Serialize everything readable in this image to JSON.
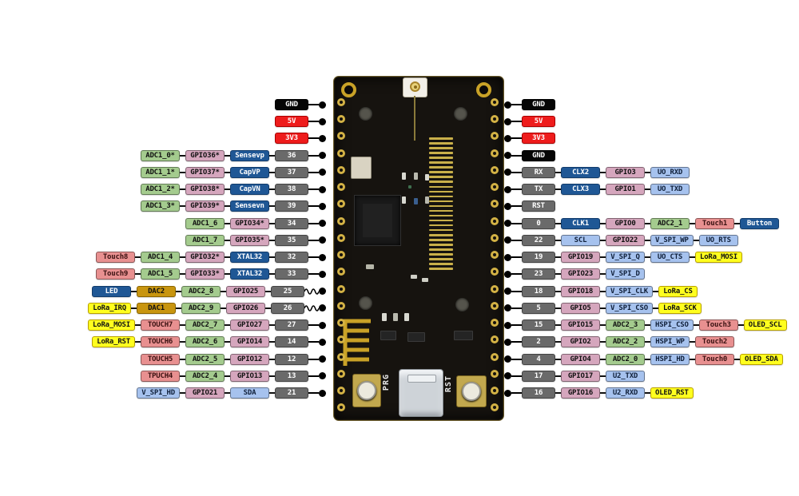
{
  "diagram": {
    "title": "ESP32 LoRa development board pinout",
    "board": {
      "prg_label": "PRG",
      "rst_label": "RST"
    },
    "colors": {
      "adc_green": "#a4cb8e",
      "gpio_pink": "#d5a6bd",
      "function_navy": "#1f5795",
      "bus_light_blue": "#a6c2ee",
      "lora_oled_yellow": "#ffff1f",
      "touch_salmon": "#e89090",
      "dac_gold": "#c8950f",
      "pin_gray": "#6a6a6a",
      "power_red": "#ee1c1c",
      "ground_black": "#050505"
    },
    "left_rows": [
      {
        "cells": [
          {
            "t": "GND",
            "c": "black"
          }
        ]
      },
      {
        "cells": [
          {
            "t": "5V",
            "c": "red"
          }
        ]
      },
      {
        "cells": [
          {
            "t": "3V3",
            "c": "red"
          }
        ]
      },
      {
        "cells": [
          {
            "t": "ADC1_0*",
            "c": "green"
          },
          {
            "t": "GPIO36*",
            "c": "pink"
          },
          {
            "t": "Sensevp",
            "c": "navy"
          },
          {
            "t": "36",
            "c": "pin"
          }
        ]
      },
      {
        "cells": [
          {
            "t": "ADC1_1*",
            "c": "green"
          },
          {
            "t": "GPIO37*",
            "c": "pink"
          },
          {
            "t": "CapVP",
            "c": "navy"
          },
          {
            "t": "37",
            "c": "pin"
          }
        ]
      },
      {
        "cells": [
          {
            "t": "ADC1_2*",
            "c": "green"
          },
          {
            "t": "GPIO38*",
            "c": "pink"
          },
          {
            "t": "CapVN",
            "c": "navy"
          },
          {
            "t": "38",
            "c": "pin"
          }
        ]
      },
      {
        "cells": [
          {
            "t": "ADC1_3*",
            "c": "green"
          },
          {
            "t": "GPIO39*",
            "c": "pink"
          },
          {
            "t": "Sensevn",
            "c": "navy"
          },
          {
            "t": "39",
            "c": "pin"
          }
        ]
      },
      {
        "cells": [
          {
            "t": "ADC1_6",
            "c": "green"
          },
          {
            "t": "GPIO34*",
            "c": "pink"
          },
          {
            "t": "34",
            "c": "pin"
          }
        ]
      },
      {
        "cells": [
          {
            "t": "ADC1_7",
            "c": "green"
          },
          {
            "t": "GPIO35*",
            "c": "pink"
          },
          {
            "t": "35",
            "c": "pin"
          }
        ]
      },
      {
        "cells": [
          {
            "t": "Touch8",
            "c": "salmon"
          },
          {
            "t": "ADC1_4",
            "c": "green"
          },
          {
            "t": "GPIO32*",
            "c": "pink"
          },
          {
            "t": "XTAL32",
            "c": "navy"
          },
          {
            "t": "32",
            "c": "pin"
          }
        ]
      },
      {
        "cells": [
          {
            "t": "Touch9",
            "c": "salmon"
          },
          {
            "t": "ADC1_5",
            "c": "green"
          },
          {
            "t": "GPIO33*",
            "c": "pink"
          },
          {
            "t": "XTAL32",
            "c": "navy"
          },
          {
            "t": "33",
            "c": "pin"
          }
        ]
      },
      {
        "cells": [
          {
            "t": "LED",
            "c": "navy"
          },
          {
            "t": "DAC2",
            "c": "gold"
          },
          {
            "t": "ADC2_8",
            "c": "green"
          },
          {
            "t": "GPIO25",
            "c": "pink"
          },
          {
            "t": "25",
            "c": "pin"
          }
        ],
        "squiggle": true
      },
      {
        "cells": [
          {
            "t": "LoRa_IRQ",
            "c": "yellow"
          },
          {
            "t": "DAC1",
            "c": "gold"
          },
          {
            "t": "ADC2_9",
            "c": "green"
          },
          {
            "t": "GPIO26",
            "c": "pink"
          },
          {
            "t": "26",
            "c": "pin"
          }
        ],
        "squiggle": true
      },
      {
        "cells": [
          {
            "t": "LoRa_MOSI",
            "c": "yellow"
          },
          {
            "t": "TOUCH7",
            "c": "salmon"
          },
          {
            "t": "ADC2_7",
            "c": "green"
          },
          {
            "t": "GPIO27",
            "c": "pink"
          },
          {
            "t": "27",
            "c": "pin"
          }
        ]
      },
      {
        "cells": [
          {
            "t": "LoRa_RST",
            "c": "yellow"
          },
          {
            "t": "TOUCH6",
            "c": "salmon"
          },
          {
            "t": "ADC2_6",
            "c": "green"
          },
          {
            "t": "GPIO14",
            "c": "pink"
          },
          {
            "t": "14",
            "c": "pin"
          }
        ]
      },
      {
        "cells": [
          {
            "t": "TOUCH5",
            "c": "salmon"
          },
          {
            "t": "ADC2_5",
            "c": "green"
          },
          {
            "t": "GPIO12",
            "c": "pink"
          },
          {
            "t": "12",
            "c": "pin"
          }
        ]
      },
      {
        "cells": [
          {
            "t": "TPUCH4",
            "c": "salmon"
          },
          {
            "t": "ADC2_4",
            "c": "green"
          },
          {
            "t": "GPIO13",
            "c": "pink"
          },
          {
            "t": "13",
            "c": "pin"
          }
        ]
      },
      {
        "cells": [
          {
            "t": "V_SPI_HD",
            "c": "blue"
          },
          {
            "t": "GPIO21",
            "c": "pink"
          },
          {
            "t": "SDA",
            "c": "blue"
          },
          {
            "t": "21",
            "c": "pin"
          }
        ]
      }
    ],
    "right_rows": [
      {
        "cells": [
          {
            "t": "GND",
            "c": "black"
          }
        ]
      },
      {
        "cells": [
          {
            "t": "5V",
            "c": "red"
          }
        ]
      },
      {
        "cells": [
          {
            "t": "3V3",
            "c": "red"
          }
        ]
      },
      {
        "cells": [
          {
            "t": "GND",
            "c": "black"
          }
        ]
      },
      {
        "cells": [
          {
            "t": "RX",
            "c": "pin"
          },
          {
            "t": "CLX2",
            "c": "navy"
          },
          {
            "t": "GPIO3",
            "c": "pink"
          },
          {
            "t": "UO_RXD",
            "c": "blue"
          }
        ]
      },
      {
        "cells": [
          {
            "t": "TX",
            "c": "pin"
          },
          {
            "t": "CLX3",
            "c": "navy"
          },
          {
            "t": "GPIO1",
            "c": "pink"
          },
          {
            "t": "UO_TXD",
            "c": "blue"
          }
        ]
      },
      {
        "cells": [
          {
            "t": "RST",
            "c": "pin"
          }
        ]
      },
      {
        "cells": [
          {
            "t": "0",
            "c": "pin"
          },
          {
            "t": "CLK1",
            "c": "navy"
          },
          {
            "t": "GPIO0",
            "c": "pink"
          },
          {
            "t": "ADC2_1",
            "c": "green"
          },
          {
            "t": "Touch1",
            "c": "salmon"
          },
          {
            "t": "Button",
            "c": "navy"
          }
        ]
      },
      {
        "cells": [
          {
            "t": "22",
            "c": "pin"
          },
          {
            "t": "SCL",
            "c": "blue"
          },
          {
            "t": "GPIO22",
            "c": "pink"
          },
          {
            "t": "V_SPI_WP",
            "c": "blue"
          },
          {
            "t": "UO_RTS",
            "c": "blue"
          }
        ]
      },
      {
        "cells": [
          {
            "t": "19",
            "c": "pin"
          },
          {
            "t": "GPIO19",
            "c": "pink"
          },
          {
            "t": "V_SPI_Q",
            "c": "blue"
          },
          {
            "t": "UO_CTS",
            "c": "blue"
          },
          {
            "t": "LoRa_MOSI",
            "c": "yellow"
          }
        ]
      },
      {
        "cells": [
          {
            "t": "23",
            "c": "pin"
          },
          {
            "t": "GPIO23",
            "c": "pink"
          },
          {
            "t": "V_SPI_D",
            "c": "blue"
          }
        ]
      },
      {
        "cells": [
          {
            "t": "18",
            "c": "pin"
          },
          {
            "t": "GPIO18",
            "c": "pink"
          },
          {
            "t": "V_SPI_CLK",
            "c": "blue"
          },
          {
            "t": "LoRa_CS",
            "c": "yellow"
          }
        ]
      },
      {
        "cells": [
          {
            "t": "5",
            "c": "pin"
          },
          {
            "t": "GPIO5",
            "c": "pink"
          },
          {
            "t": "V_SPI_CSO",
            "c": "blue"
          },
          {
            "t": "LoRa_SCK",
            "c": "yellow"
          }
        ]
      },
      {
        "cells": [
          {
            "t": "15",
            "c": "pin"
          },
          {
            "t": "GPIO15",
            "c": "pink"
          },
          {
            "t": "ADC2_3",
            "c": "green"
          },
          {
            "t": "HSPI_CSO",
            "c": "blue"
          },
          {
            "t": "Touch3",
            "c": "salmon"
          },
          {
            "t": "OLED_SCL",
            "c": "yellow"
          }
        ]
      },
      {
        "cells": [
          {
            "t": "2",
            "c": "pin"
          },
          {
            "t": "GPIO2",
            "c": "pink"
          },
          {
            "t": "ADC2_2",
            "c": "green"
          },
          {
            "t": "HSPI_WP",
            "c": "blue"
          },
          {
            "t": "Touch2",
            "c": "salmon"
          }
        ]
      },
      {
        "cells": [
          {
            "t": "4",
            "c": "pin"
          },
          {
            "t": "GPIO4",
            "c": "pink"
          },
          {
            "t": "ADC2_0",
            "c": "green"
          },
          {
            "t": "HSPI_HD",
            "c": "blue"
          },
          {
            "t": "Touch0",
            "c": "salmon"
          },
          {
            "t": "OLED_SDA",
            "c": "yellow"
          }
        ]
      },
      {
        "cells": [
          {
            "t": "17",
            "c": "pin"
          },
          {
            "t": "GPIO17",
            "c": "pink"
          },
          {
            "t": "U2_TXD",
            "c": "blue"
          }
        ]
      },
      {
        "cells": [
          {
            "t": "16",
            "c": "pin"
          },
          {
            "t": "GPIO16",
            "c": "pink"
          },
          {
            "t": "U2_RXD",
            "c": "blue"
          },
          {
            "t": "OLED_RST",
            "c": "yellow"
          }
        ]
      }
    ]
  }
}
